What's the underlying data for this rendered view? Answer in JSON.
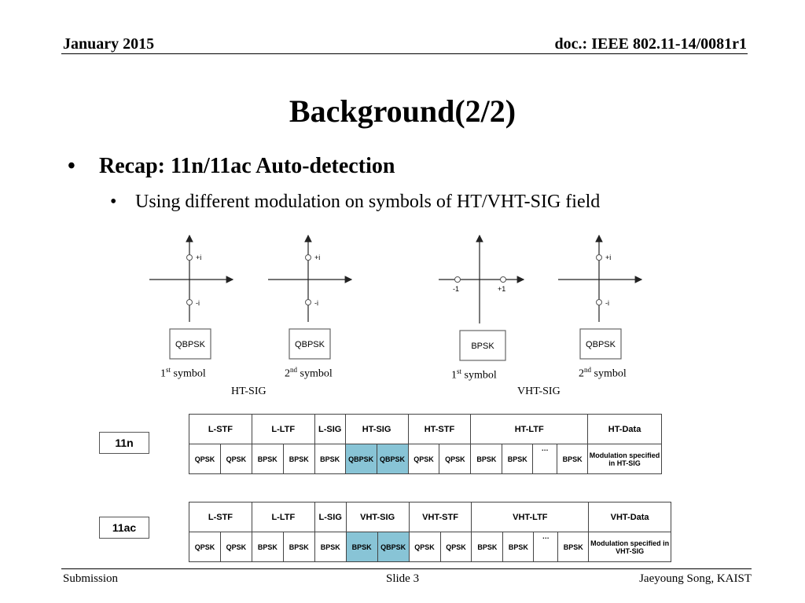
{
  "header": {
    "date": "January 2015",
    "doc": "doc.: IEEE 802.11-14/0081r1"
  },
  "slide": {
    "title": "Background(2/2)",
    "bullet1": "Recap: 11n/11ac Auto-detection",
    "bullet2": "Using different modulation on symbols of HT/VHT-SIG field",
    "bullet_glyph": "•"
  },
  "constellations": {
    "imag_pos": "+i",
    "imag_neg": "-i",
    "real_neg": "-1",
    "real_pos": "+1",
    "mod_qbpsk": "QBPSK",
    "mod_bpsk": "BPSK",
    "sym1_num": "1",
    "sym1_sup": "st",
    "sym2_num": "2",
    "sym2_sup": "nd",
    "symbol_word": " symbol",
    "ht_sig": "HT-SIG",
    "vht_sig": "VHT-SIG"
  },
  "frames": {
    "n": {
      "tag": "11n",
      "fields": [
        "L-STF",
        "L-LTF",
        "L-SIG",
        "HT-SIG",
        "HT-STF",
        "HT-LTF",
        "HT-Data"
      ],
      "mods": [
        "QPSK",
        "QPSK",
        "BPSK",
        "BPSK",
        "BPSK",
        "QBPSK",
        "QBPSK",
        "QPSK",
        "QPSK",
        "BPSK",
        "BPSK",
        "…",
        "BPSK"
      ],
      "data_mod": "Modulation specified in HT-SIG"
    },
    "ac": {
      "tag": "11ac",
      "fields": [
        "L-STF",
        "L-LTF",
        "L-SIG",
        "VHT-SIG",
        "VHT-STF",
        "VHT-LTF",
        "VHT-Data"
      ],
      "mods": [
        "QPSK",
        "QPSK",
        "BPSK",
        "BPSK",
        "BPSK",
        "BPSK",
        "QBPSK",
        "QPSK",
        "QPSK",
        "BPSK",
        "BPSK",
        "…",
        "BPSK"
      ],
      "data_mod": "Modulation specified in VHT-SIG"
    },
    "highlight_color": "#88c4d6"
  },
  "footer": {
    "left": "Submission",
    "center": "Slide 3",
    "right": "Jaeyoung Song, KAIST"
  }
}
